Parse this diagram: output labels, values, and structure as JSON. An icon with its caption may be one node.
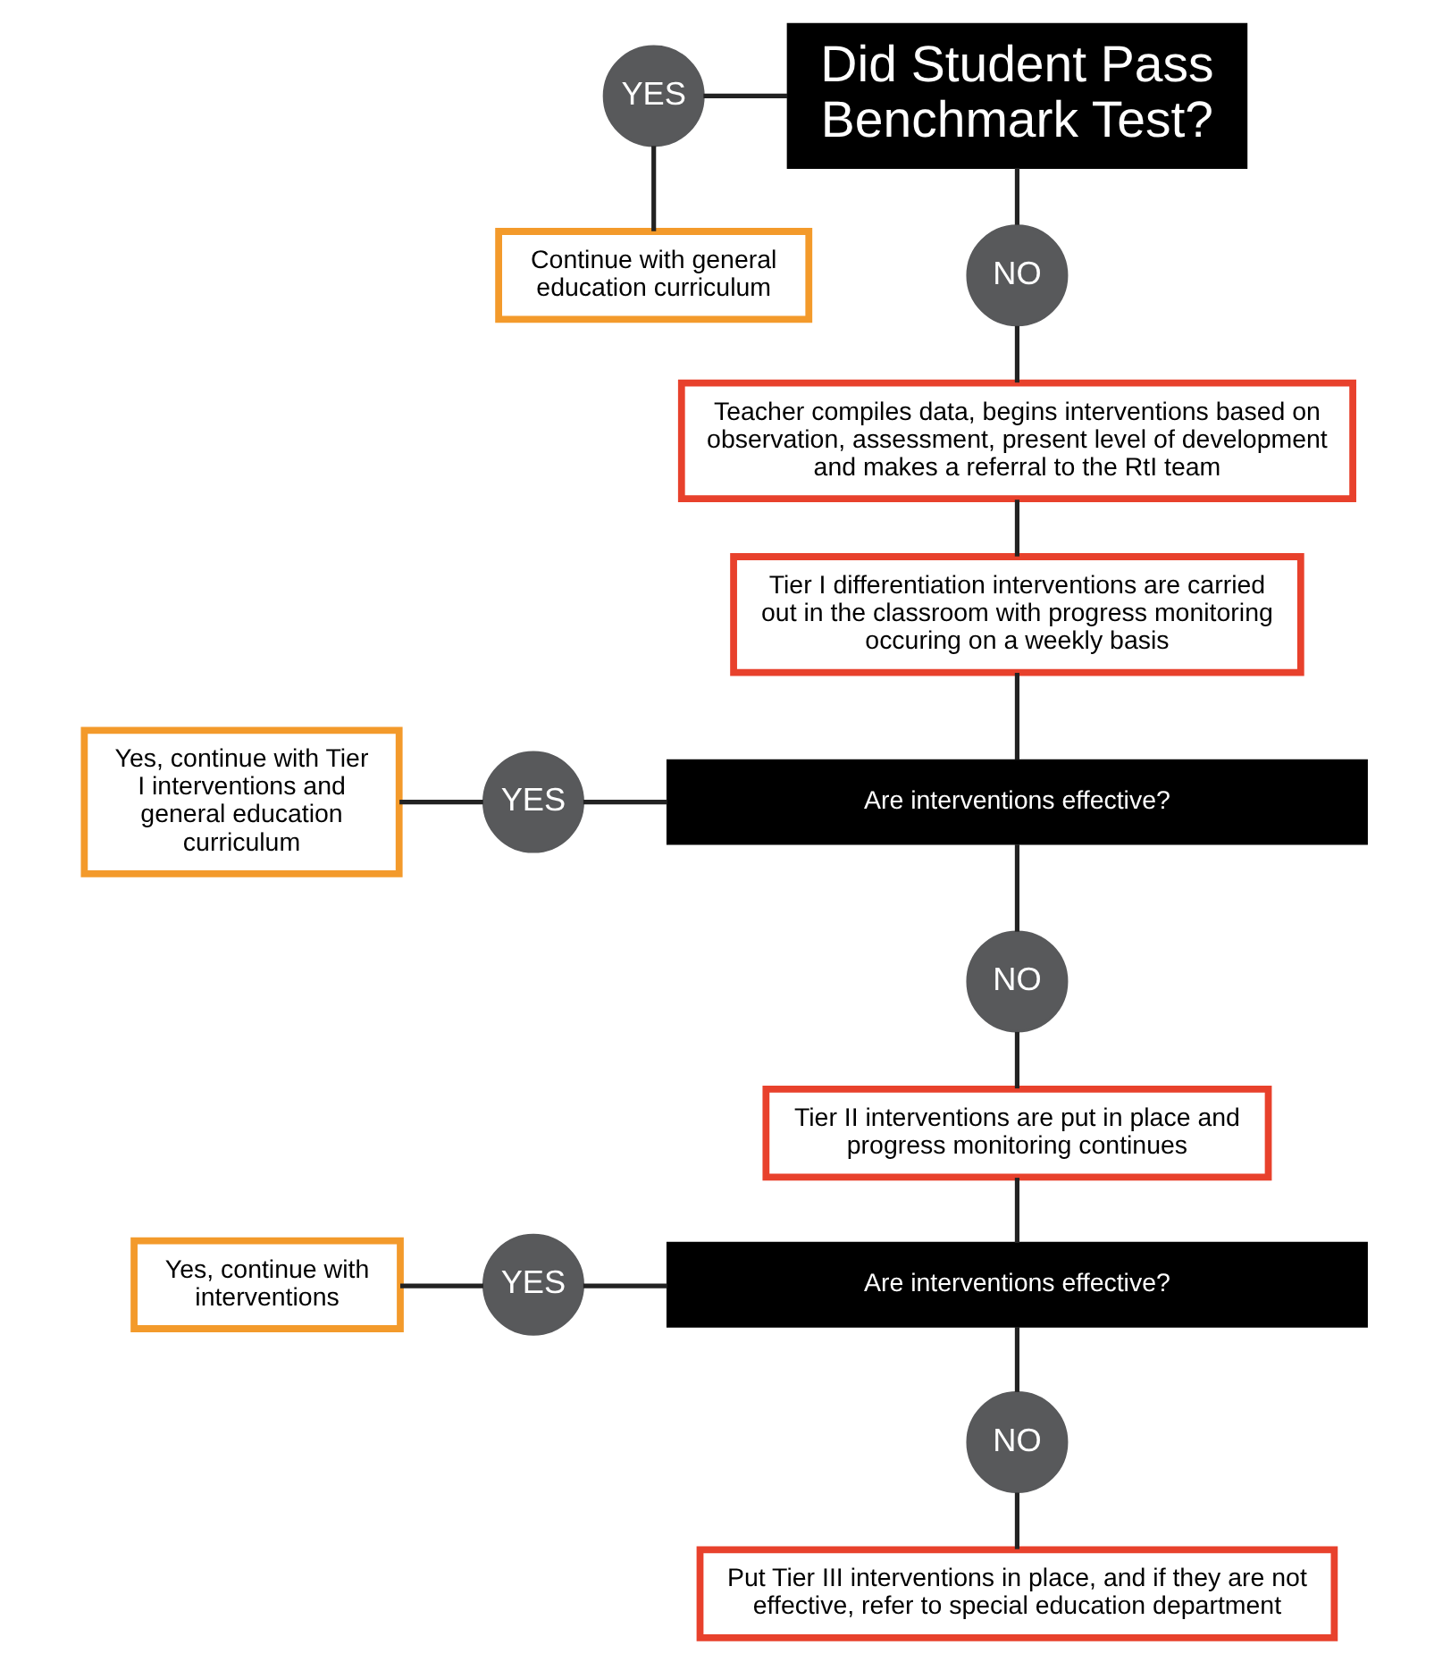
{
  "diagram": {
    "nodes": [
      {
        "text": [
          "Did Student Pass Benchmark Test?"
        ]
      },
      {
        "text": [
          "YES"
        ]
      },
      {
        "text": [
          "Continue with general education curriculum"
        ]
      },
      {
        "text": [
          "NO"
        ]
      },
      {
        "text": [
          "Teacher compiles data, begins interventions based on observation, assessment, present level of development and makes a referral to the RtI team"
        ]
      },
      {
        "text": [
          "Tier I differentiation interventions are carried out in the classroom with progress monitoring occuring on a weekly basis"
        ]
      },
      {
        "text": [
          "Are interventions effective?"
        ]
      },
      {
        "text": [
          "YES"
        ]
      },
      {
        "text": [
          "Yes, continue with Tier I interventions and general education curriculum"
        ]
      },
      {
        "text": [
          "NO"
        ]
      },
      {
        "text": [
          "Tier II interventions are put in place and progress monitoring continues"
        ]
      },
      {
        "text": [
          "Are interventions effective?"
        ]
      },
      {
        "text": [
          "YES"
        ]
      },
      {
        "text": [
          "Yes, continue with interventions"
        ]
      },
      {
        "text": [
          "NO"
        ]
      },
      {
        "text": [
          "Put Tier III interventions in place, and if they are not effective, refer to special education department"
        ]
      }
    ],
    "edges": [
      {
        "from": 1,
        "to": 0,
        "arrow": "none"
      },
      {
        "from": 1,
        "to": 2,
        "arrow": "none"
      },
      {
        "from": 0,
        "to": 3,
        "arrow": "none"
      },
      {
        "from": 3,
        "to": 4,
        "arrow": "none"
      },
      {
        "from": 4,
        "to": 5,
        "arrow": "none"
      },
      {
        "from": 5,
        "to": 6,
        "arrow": "none"
      },
      {
        "from": 7,
        "to": 6,
        "arrow": "none"
      },
      {
        "from": 8,
        "to": 7,
        "arrow": "none"
      },
      {
        "from": 6,
        "to": 9,
        "arrow": "none"
      },
      {
        "from": 9,
        "to": 10,
        "arrow": "none"
      },
      {
        "from": 10,
        "to": 11,
        "arrow": "none"
      },
      {
        "from": 12,
        "to": 11,
        "arrow": "none"
      },
      {
        "from": 13,
        "to": 12,
        "arrow": "none"
      },
      {
        "from": 11,
        "to": 14,
        "arrow": "none"
      },
      {
        "from": 14,
        "to": 15,
        "arrow": "none"
      }
    ]
  }
}
